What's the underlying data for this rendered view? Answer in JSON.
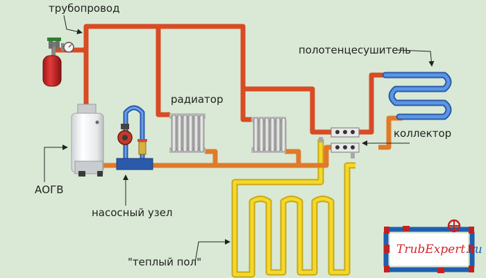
{
  "labels": {
    "pipeline": "трубопровод",
    "towel_dryer": "полотенцесушитель",
    "radiator": "радиатор",
    "collector": "коллектор",
    "boiler": "АОГВ",
    "pump_unit": "насосный узел",
    "warm_floor": "\"теплый пол\""
  },
  "logo": {
    "part1": "Trub",
    "part2": "Expert",
    "part3": ".ru"
  },
  "colors": {
    "background": "#d9e9d5",
    "hot_pipe": "#d94b24",
    "return_pipe": "#e07a2a",
    "floor_pipe": "#f2d21e",
    "towel_pipe": "#3f72c4",
    "logo_red": "#d3262a",
    "logo_blue": "#1f5fb0"
  }
}
